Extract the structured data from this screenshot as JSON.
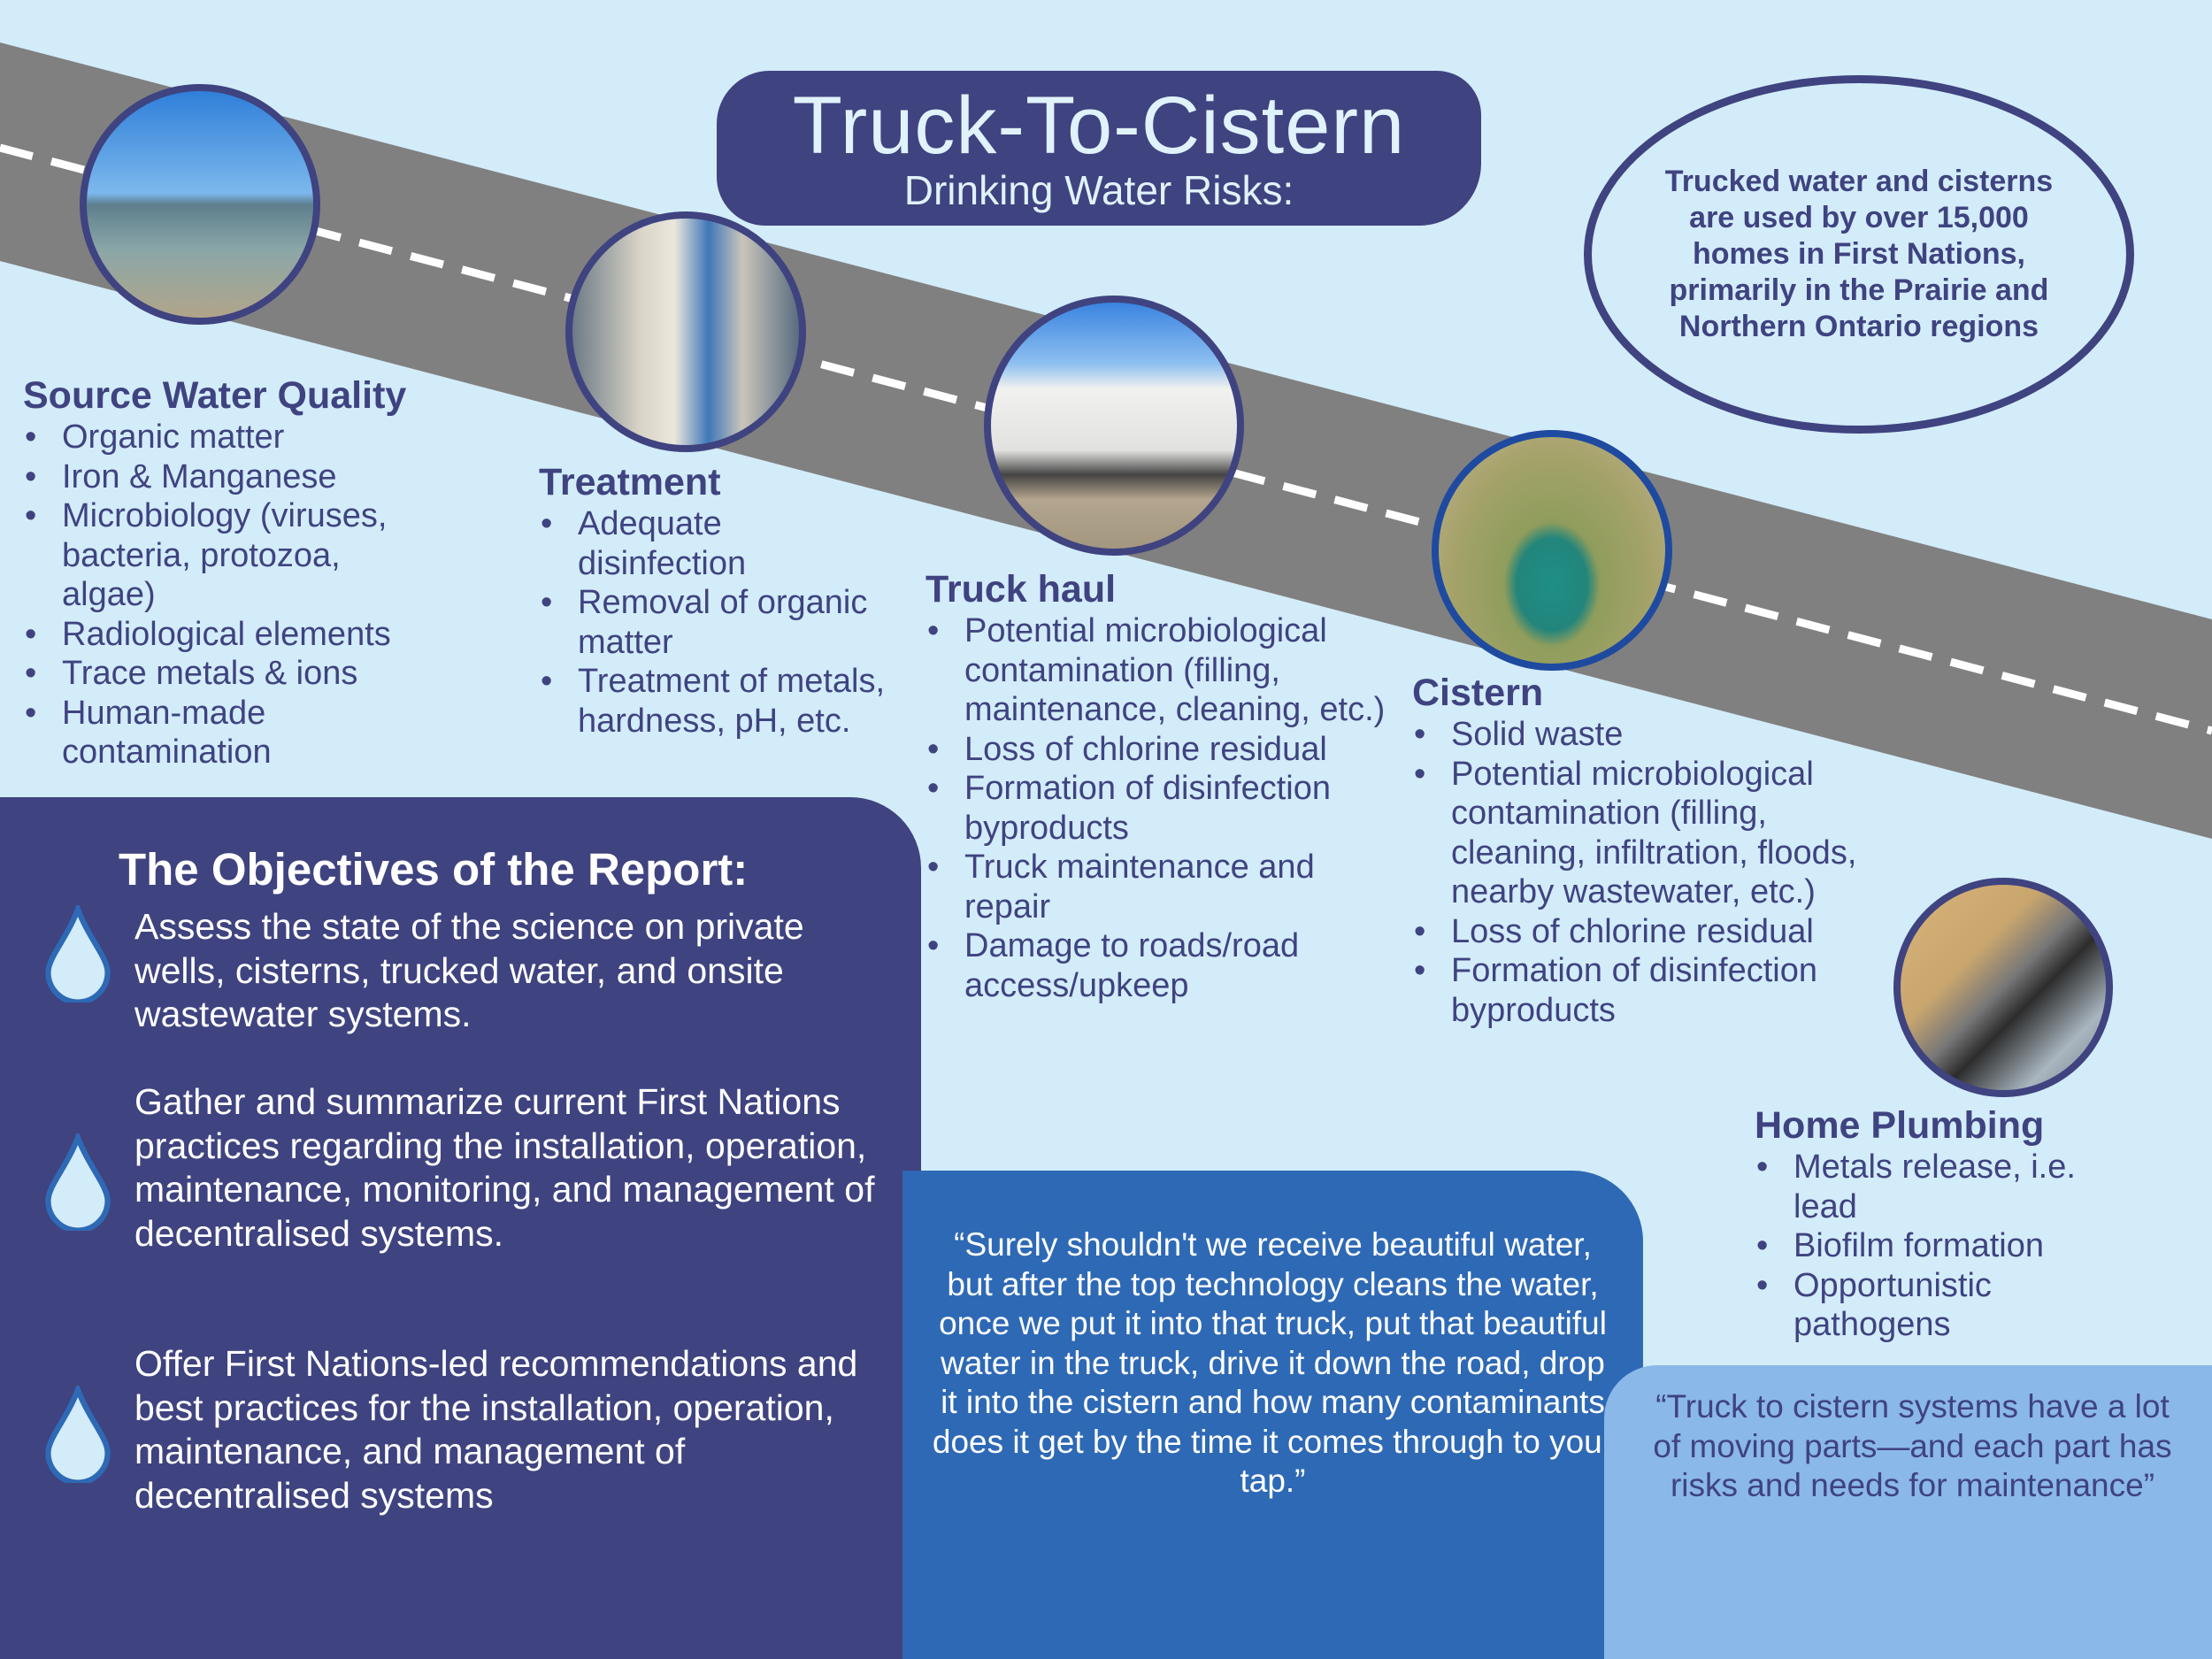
{
  "title": {
    "main": "Truck-To-Cistern",
    "subtitle": "Drinking Water Risks:"
  },
  "callout": "Trucked water and cisterns are used by over 15,000 homes in First Nations, primarily in the Prairie and Northern Ontario regions",
  "colors": {
    "background": "#d3ecf9",
    "navy": "#3f4380",
    "road": "#808080",
    "quote_blue": "#2e69b5",
    "quote_light": "#8ab8e8"
  },
  "photos": [
    "lake-photo",
    "treatment-plant-photo",
    "water-truck-photo",
    "cistern-photo",
    "faucet-photo"
  ],
  "sections": [
    {
      "heading": "Source Water Quality",
      "items": [
        "Organic matter",
        "Iron & Manganese",
        "Microbiology (viruses, bacteria, protozoa, algae)",
        "Radiological elements",
        "Trace metals & ions",
        "Human-made contamination"
      ]
    },
    {
      "heading": "Treatment",
      "items": [
        "Adequate disinfection",
        "Removal of organic matter",
        "Treatment of metals, hardness, pH, etc."
      ]
    },
    {
      "heading": "Truck haul",
      "items": [
        "Potential microbiological contamination (filling, maintenance, cleaning, etc.)",
        "Loss of chlorine residual",
        "Formation of disinfection byproducts",
        "Truck maintenance and repair",
        "Damage to roads/road access/upkeep"
      ]
    },
    {
      "heading": "Cistern",
      "items": [
        "Solid waste",
        "Potential microbiological contamination (filling, cleaning, infiltration, floods, nearby wastewater, etc.)",
        "Loss of chlorine residual",
        "Formation of disinfection byproducts"
      ]
    },
    {
      "heading": "Home Plumbing",
      "items": [
        "Metals release, i.e. lead",
        "Biofilm formation",
        "Opportunistic pathogens"
      ]
    }
  ],
  "objectives": {
    "heading": "The Objectives of the Report:",
    "items": [
      "Assess the state of the science on private wells, cisterns, trucked water, and onsite wastewater systems.",
      "Gather and summarize current First Nations practices regarding the installation, operation, maintenance, monitoring, and management of decentralised systems.",
      "Offer First Nations-led recommendations and best practices for the installation, operation, maintenance, and management of decentralised systems"
    ]
  },
  "quotes": [
    "“Surely shouldn't we receive beautiful water, but after the top technology cleans the water, once we put it into that truck, put that beautiful water in the truck, drive it down the road, drop it into the cistern and how many contaminants does it get by the time it comes through to your tap.”",
    "“Truck to cistern systems have a lot of moving parts—and each part has risks and needs for maintenance”"
  ]
}
